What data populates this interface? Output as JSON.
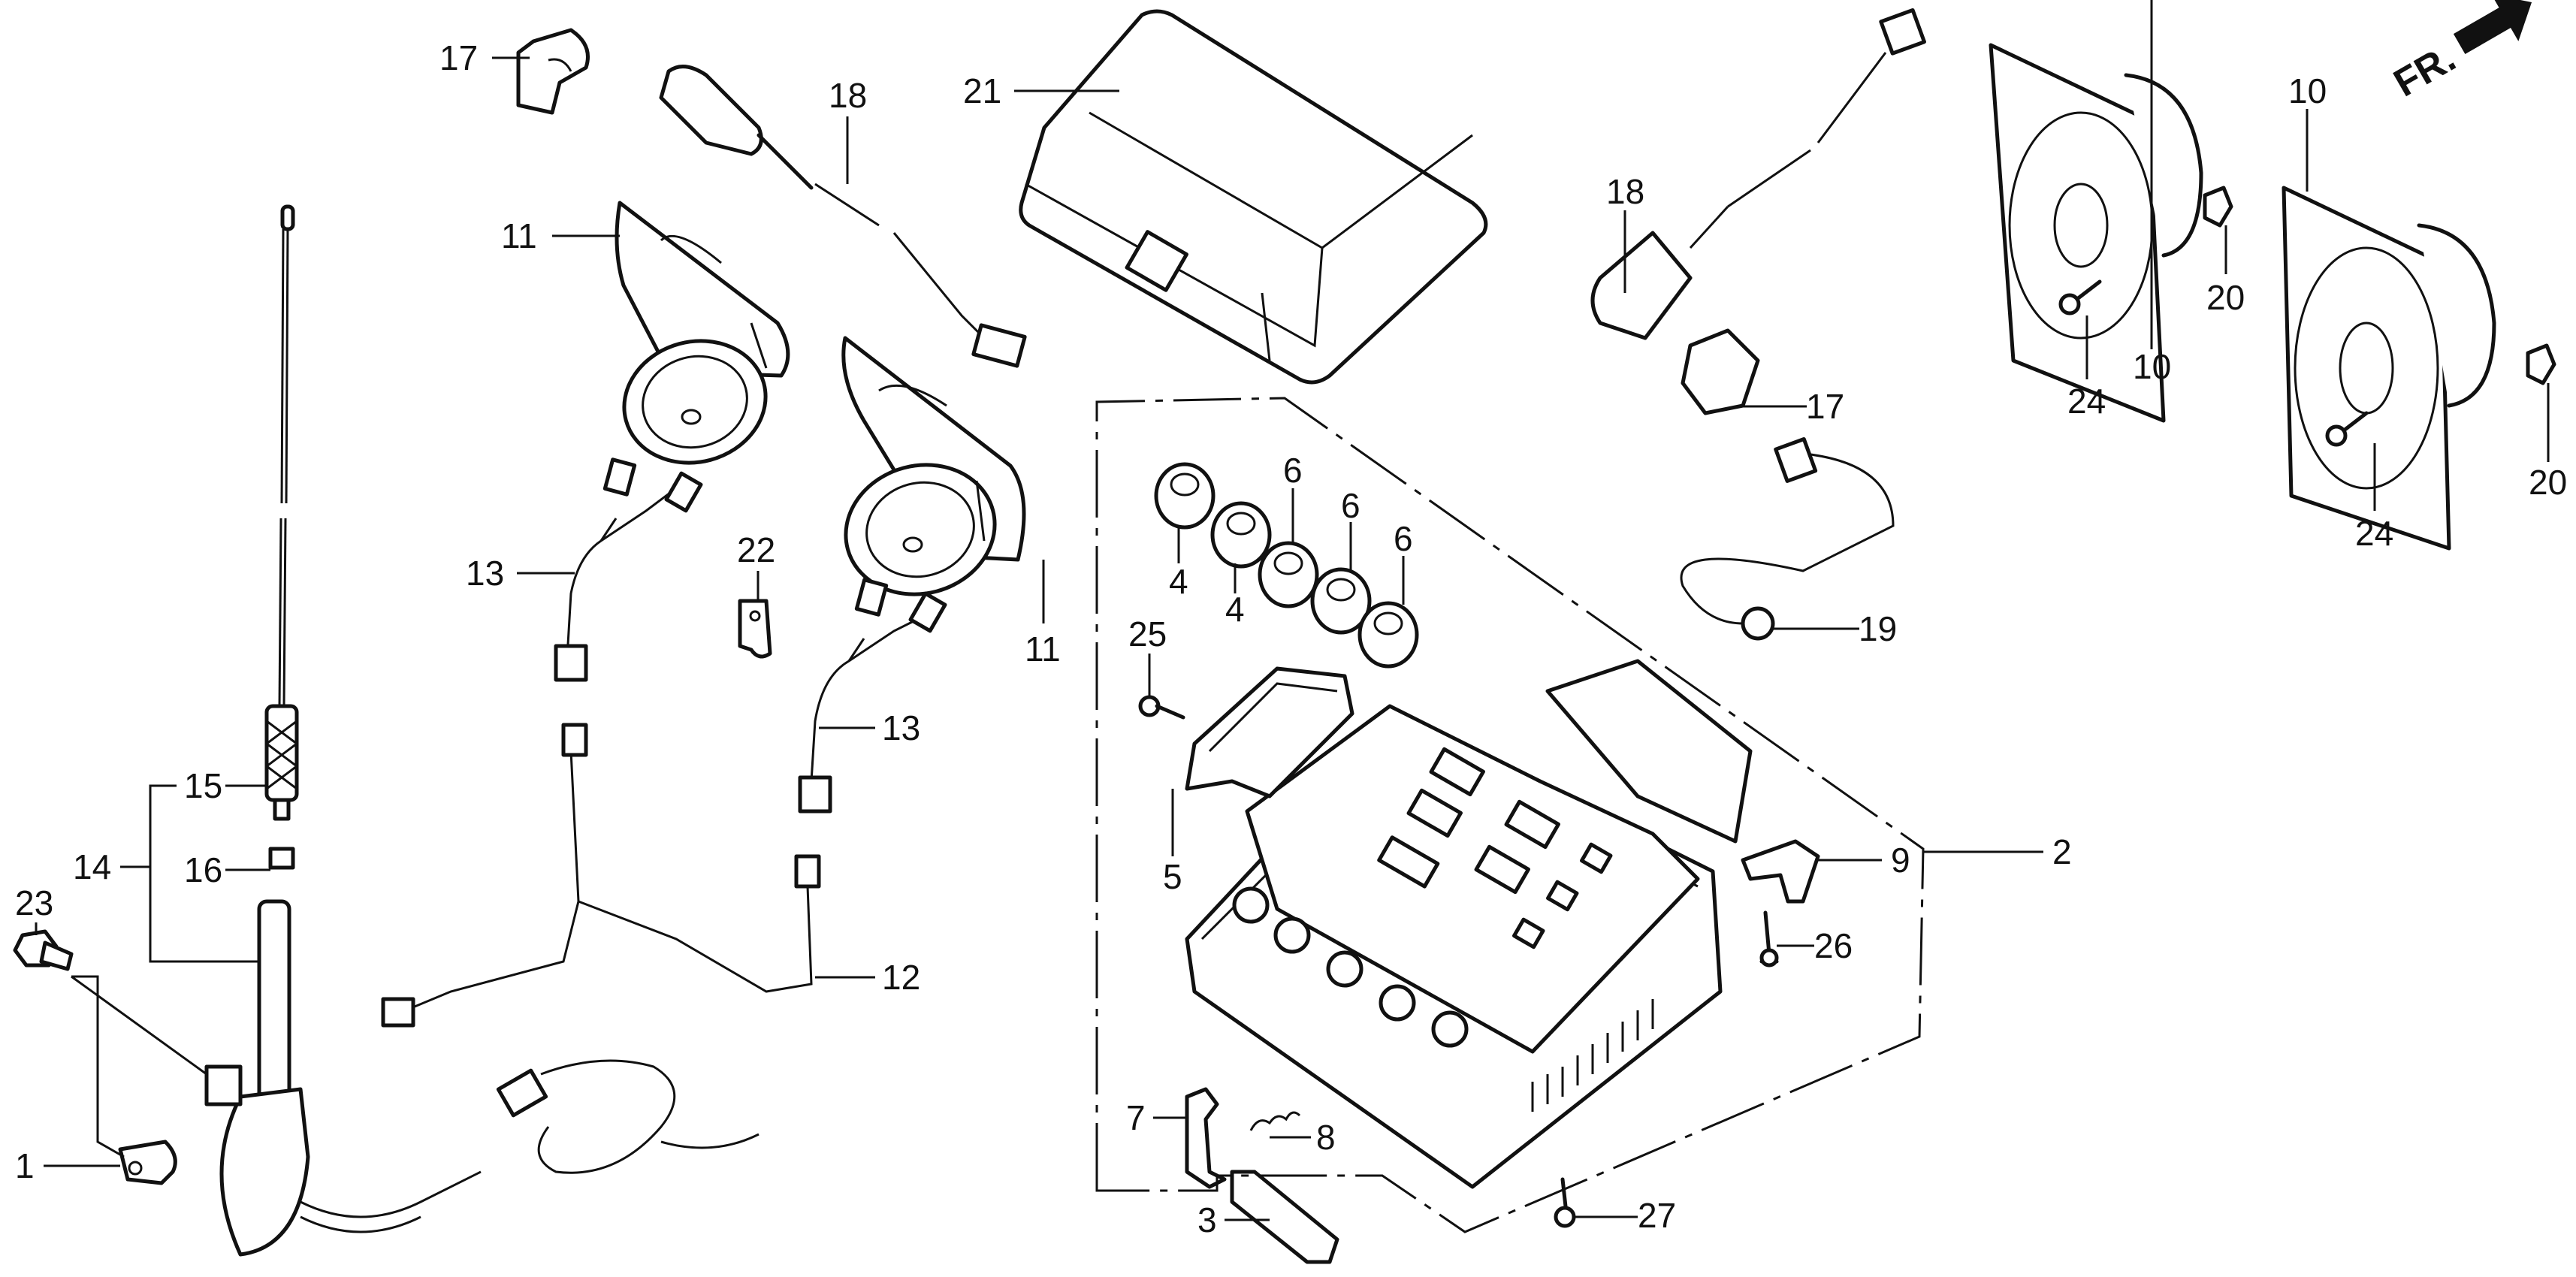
{
  "diagram": {
    "title": "Radio / Antenna / Speaker parts exploded view",
    "direction_marker": {
      "label": "FR.",
      "icon": "front-arrow-icon"
    },
    "callouts": [
      {
        "id": "c1",
        "label": "1",
        "part": "antenna-mount-clip"
      },
      {
        "id": "c2",
        "label": "2",
        "part": "radio-unit-assembly"
      },
      {
        "id": "c3",
        "label": "3",
        "part": "connector-cover"
      },
      {
        "id": "c4a",
        "label": "4",
        "part": "knob"
      },
      {
        "id": "c4b",
        "label": "4",
        "part": "knob"
      },
      {
        "id": "c5",
        "label": "5",
        "part": "display-lid"
      },
      {
        "id": "c6a",
        "label": "6",
        "part": "knob"
      },
      {
        "id": "c6b",
        "label": "6",
        "part": "knob"
      },
      {
        "id": "c6c",
        "label": "6",
        "part": "knob"
      },
      {
        "id": "c7",
        "label": "7",
        "part": "mounting-bracket"
      },
      {
        "id": "c8",
        "label": "8",
        "part": "latch"
      },
      {
        "id": "c9",
        "label": "9",
        "part": "spring"
      },
      {
        "id": "c10a",
        "label": "10",
        "part": "rear-speaker"
      },
      {
        "id": "c10b",
        "label": "10",
        "part": "rear-speaker"
      },
      {
        "id": "c11a",
        "label": "11",
        "part": "front-speaker"
      },
      {
        "id": "c11b",
        "label": "11",
        "part": "front-speaker"
      },
      {
        "id": "c12",
        "label": "12",
        "part": "speaker-harness"
      },
      {
        "id": "c13a",
        "label": "13",
        "part": "speaker-sub-harness"
      },
      {
        "id": "c13b",
        "label": "13",
        "part": "speaker-sub-harness"
      },
      {
        "id": "c14",
        "label": "14",
        "part": "antenna-assembly"
      },
      {
        "id": "c15",
        "label": "15",
        "part": "antenna-mast"
      },
      {
        "id": "c16",
        "label": "16",
        "part": "antenna-nut"
      },
      {
        "id": "c17a",
        "label": "17",
        "part": "jack-holder"
      },
      {
        "id": "c17b",
        "label": "17",
        "part": "jack-holder"
      },
      {
        "id": "c18a",
        "label": "18",
        "part": "headset-jack-cord"
      },
      {
        "id": "c18b",
        "label": "18",
        "part": "headset-jack-cord"
      },
      {
        "id": "c19",
        "label": "19",
        "part": "ground-cable"
      },
      {
        "id": "c20a",
        "label": "20",
        "part": "speaker-clip"
      },
      {
        "id": "c20b",
        "label": "20",
        "part": "speaker-clip"
      },
      {
        "id": "c21",
        "label": "21",
        "part": "radio-cover"
      },
      {
        "id": "c22",
        "label": "22",
        "part": "harness-clamp"
      },
      {
        "id": "c23",
        "label": "23",
        "part": "flange-bolt"
      },
      {
        "id": "c24a",
        "label": "24",
        "part": "screw"
      },
      {
        "id": "c24b",
        "label": "24",
        "part": "screw"
      },
      {
        "id": "c25",
        "label": "25",
        "part": "tapping-screw"
      },
      {
        "id": "c26",
        "label": "26",
        "part": "tapping-screw"
      },
      {
        "id": "c27",
        "label": "27",
        "part": "tapping-screw"
      }
    ]
  }
}
